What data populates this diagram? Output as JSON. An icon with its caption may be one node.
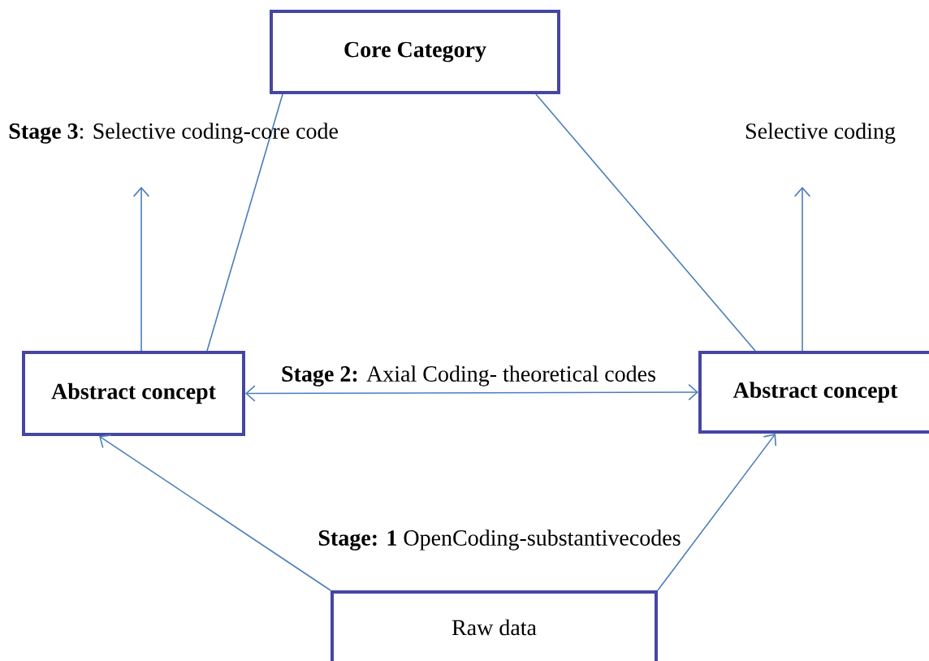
{
  "diagram": {
    "nodes": [
      {
        "text": [
          "Core Category"
        ]
      },
      {
        "text": [
          "Abstract concept"
        ]
      },
      {
        "text": [
          "Abstract concept"
        ]
      },
      {
        "text": [
          "Raw data"
        ]
      }
    ],
    "edges": [
      {
        "from": 1,
        "to": 0,
        "arrow": "none"
      },
      {
        "from": 2,
        "to": 0,
        "arrow": "none"
      },
      {
        "from": 1,
        "to": 2,
        "arrow": "both",
        "label": "**Stage 2:** Axial Coding- theoretical codes"
      },
      {
        "from": 3,
        "to": 1,
        "arrow": "to"
      },
      {
        "from": 3,
        "to": 2,
        "arrow": "to"
      },
      {
        "from": 1,
        "to": null,
        "arrow": "to"
      },
      {
        "from": 2,
        "to": null,
        "arrow": "to"
      }
    ],
    "labels": [
      "**Stage 3**: Selective coding-core code",
      "Selective coding",
      "**Stage: 1** OpenCoding-substantivecodes"
    ]
  }
}
